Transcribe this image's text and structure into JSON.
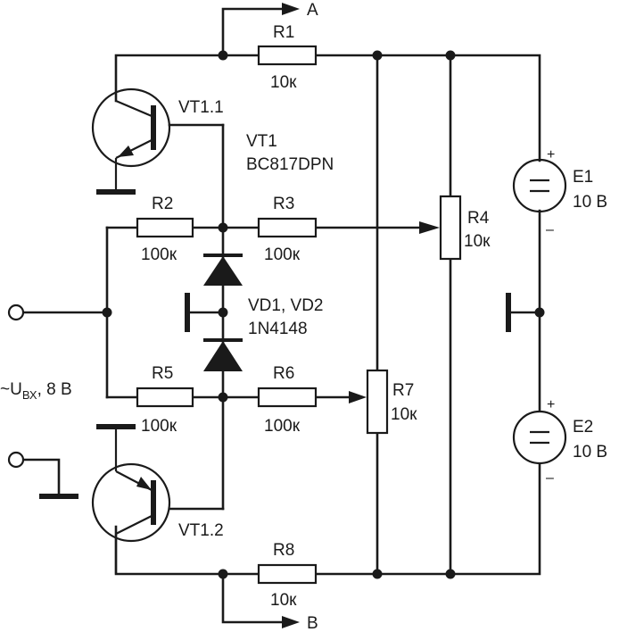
{
  "labels": {
    "out_a": "A",
    "out_b": "B",
    "r1": "R1",
    "r1_val": "10к",
    "r2": "R2",
    "r2_val": "100к",
    "r3": "R3",
    "r3_val": "100к",
    "r4": "R4",
    "r4_val": "10к",
    "r5": "R5",
    "r5_val": "100к",
    "r6": "R6",
    "r6_val": "100к",
    "r7": "R7",
    "r7_val": "10к",
    "r8": "R8",
    "r8_val": "10к",
    "vt11": "VT1.1",
    "vt12": "VT1.2",
    "vt1": "VT1",
    "vt1_part": "BC817DPN",
    "vd": "VD1, VD2",
    "vd_part": "1N4148",
    "e1": "E1",
    "e1_val": "10 В",
    "e2": "E2",
    "e2_val": "10 В",
    "input_prefix": "~U",
    "input_sub": "ВХ",
    "input_suffix": ", 8 В",
    "plus": "+",
    "minus": "–",
    "equals": "="
  }
}
